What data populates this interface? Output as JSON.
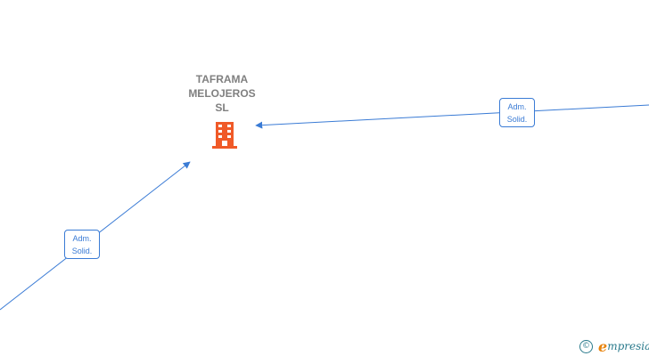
{
  "company": {
    "name_lines": [
      "TAFRAMA",
      "MELOJEROS",
      "SL"
    ],
    "icon": "building-icon",
    "icon_color": "#f05a28"
  },
  "relations": [
    {
      "label_line1": "Adm.",
      "label_line2": "Solid."
    },
    {
      "label_line1": "Adm.",
      "label_line2": "Solid."
    }
  ],
  "edge_color": "#3a7bd5",
  "brand": {
    "symbol": "©",
    "first_letter": "e",
    "rest": "mpresia"
  }
}
